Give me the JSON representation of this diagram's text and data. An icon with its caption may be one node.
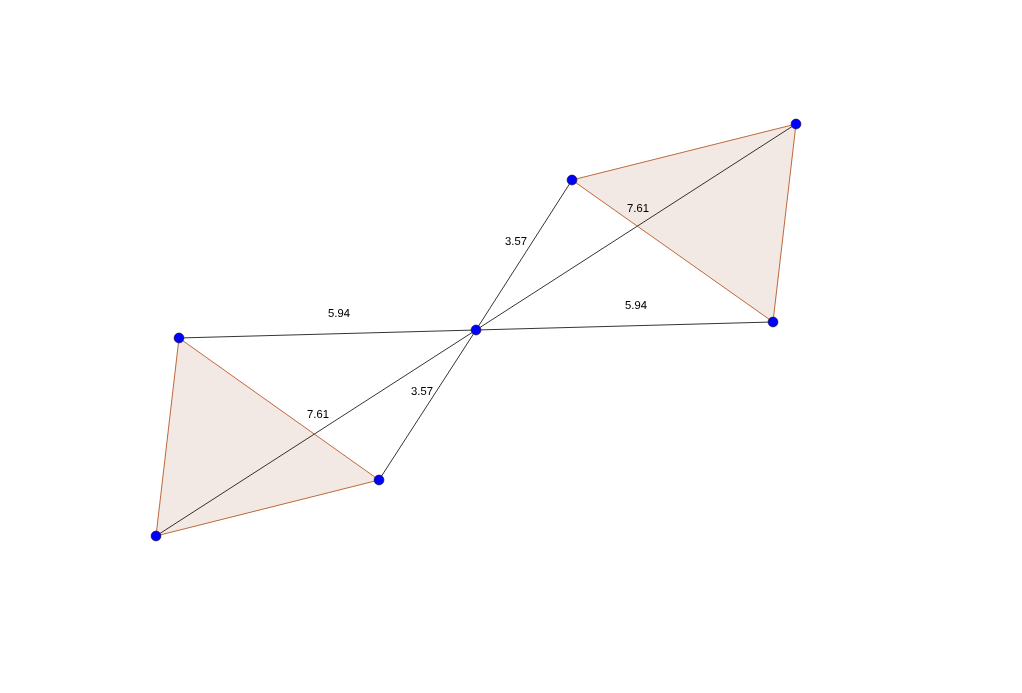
{
  "diagram": {
    "nodes": [
      {
        "text": [],
        "shape": "circle"
      },
      {
        "text": [],
        "shape": "circle"
      },
      {
        "text": [],
        "shape": "circle"
      },
      {
        "text": [],
        "shape": "circle"
      },
      {
        "text": [],
        "shape": "circle"
      },
      {
        "text": [],
        "shape": "circle"
      },
      {
        "text": [],
        "shape": "circle"
      }
    ],
    "edges": [
      {
        "from": 0,
        "to": 1,
        "arrow": "none",
        "label": "5.94"
      },
      {
        "from": 0,
        "to": 6,
        "arrow": "none",
        "label": "5.94"
      },
      {
        "from": 0,
        "to": 4,
        "arrow": "none",
        "label": "3.57"
      },
      {
        "from": 0,
        "to": 2,
        "arrow": "none",
        "label": "3.57"
      },
      {
        "from": 0,
        "to": 3,
        "arrow": "none",
        "label": "7.61"
      },
      {
        "from": 0,
        "to": 5,
        "arrow": "none",
        "label": "7.61"
      },
      {
        "from": 1,
        "to": 2,
        "arrow": "none",
        "color": "#b0440e"
      },
      {
        "from": 2,
        "to": 3,
        "arrow": "none",
        "color": "#b0440e"
      },
      {
        "from": 3,
        "to": 1,
        "arrow": "none",
        "color": "#b0440e"
      },
      {
        "from": 4,
        "to": 5,
        "arrow": "none",
        "color": "#b0440e"
      },
      {
        "from": 5,
        "to": 6,
        "arrow": "none",
        "color": "#b0440e"
      },
      {
        "from": 6,
        "to": 4,
        "arrow": "none",
        "color": "#b0440e"
      }
    ]
  }
}
